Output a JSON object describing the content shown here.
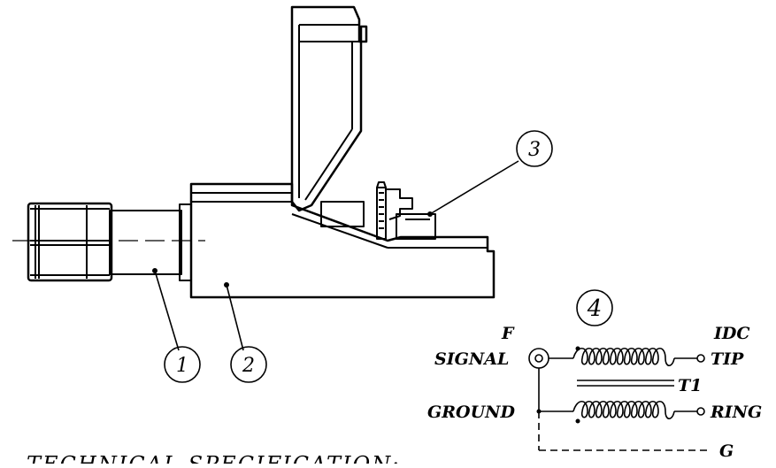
{
  "callouts": {
    "one": "1",
    "two": "2",
    "three": "3",
    "four": "4"
  },
  "schematic": {
    "f_label": "F",
    "idc_label": "IDC",
    "signal_label": "SIGNAL",
    "ground_label": "GROUND",
    "tip_label": "TIP",
    "ring_label": "RING",
    "transformer_label": "T1",
    "g_label": "G"
  },
  "footer": {
    "spec_heading": "TECHNICAL SPECIFICATION:"
  }
}
